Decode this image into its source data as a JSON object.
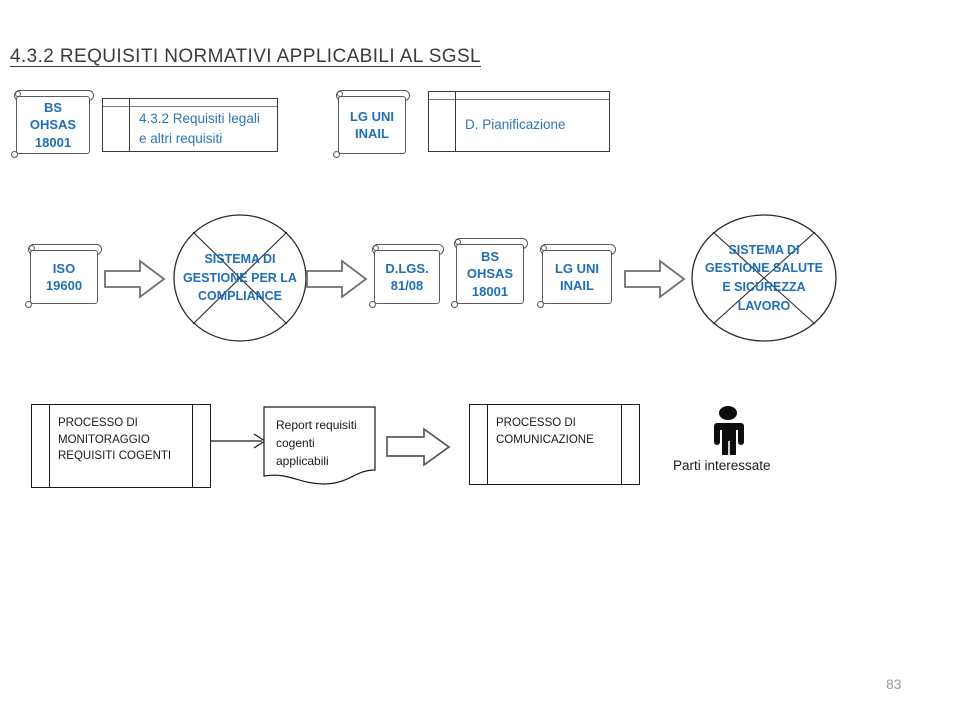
{
  "slide": {
    "title": "4.3.2  REQUISITI  NORMATIVI  APPLICABILI  AL SGSL",
    "page_number": "83",
    "accent_blue": "#1F6FB5",
    "doc_text_blue": "#2E75B6",
    "outline_gray": "#5A5A5A",
    "outline_black": "#1A1A1A",
    "page_number_gray": "#9A9A9A"
  },
  "top_row": {
    "standard_1": {
      "lines": [
        "BS",
        "OHSAS",
        "18001"
      ]
    },
    "clause_box": {
      "text": "4.3.2  Requisiti  legali e altri requisiti"
    },
    "standard_2": {
      "lines": [
        "LG UNI",
        "INAIL"
      ]
    },
    "section_box": {
      "text": "D. Pianificazione"
    }
  },
  "middle_row": {
    "standard_iso": {
      "lines": [
        "ISO",
        "19600"
      ]
    },
    "arrow_1": {
      "name": "arrow-iso-to-compliance"
    },
    "system_compliance": {
      "lines": [
        "SISTEMA DI",
        "GESTIONE PER LA",
        "COMPLIANCE"
      ]
    },
    "arrow_2": {
      "name": "arrow-compliance-to-standards"
    },
    "standard_dlgs": {
      "lines": [
        "D.LGS.",
        "81/08"
      ]
    },
    "standard_bs": {
      "lines": [
        "BS",
        "OHSAS",
        "18001"
      ]
    },
    "standard_lg": {
      "lines": [
        "LG UNI",
        "INAIL"
      ]
    },
    "arrow_3": {
      "name": "arrow-standards-to-sgsl"
    },
    "system_sgsl": {
      "lines": [
        "SISTEMA DI",
        "GESTIONE SALUTE",
        "E SICUREZZA",
        "LAVORO"
      ]
    }
  },
  "bottom_row": {
    "process_monitoring": {
      "lines": [
        "PROCESSO DI",
        "MONITORAGGIO",
        "REQUISITI COGENTI"
      ]
    },
    "connector": {
      "name": "arrow-monitoring-to-report"
    },
    "report_document": {
      "lines": [
        "Report requisiti",
        "cogenti",
        "applicabili"
      ]
    },
    "arrow_to_communication": {
      "name": "arrow-report-to-communication"
    },
    "process_communication": {
      "lines": [
        "PROCESSO DI",
        "COMUNICAZIONE"
      ]
    },
    "stakeholders": {
      "icon": "person-icon",
      "label": "Parti interessate"
    }
  }
}
